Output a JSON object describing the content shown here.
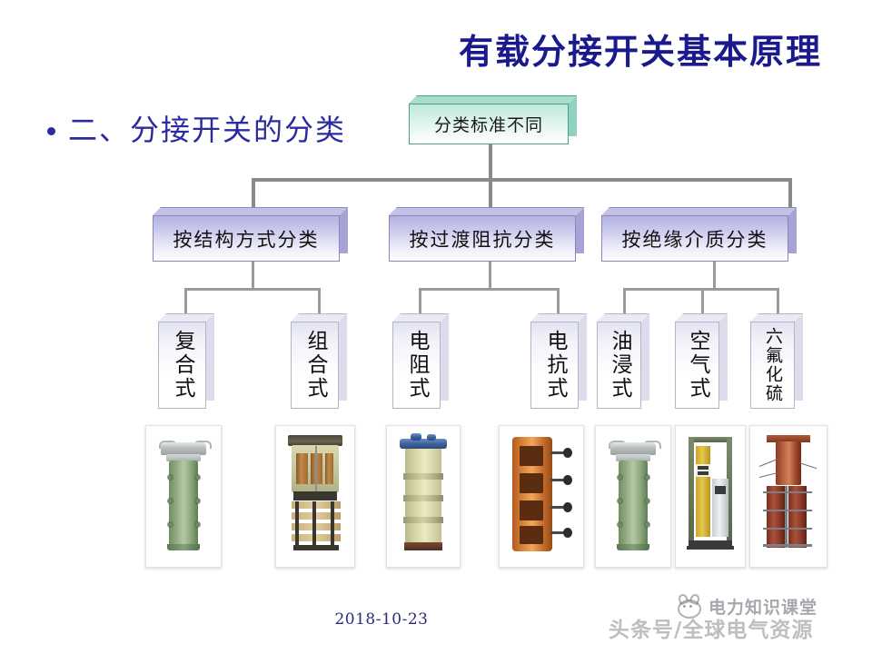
{
  "slide": {
    "title": "有载分接开关基本原理",
    "bullet": "二、分接开关的分类",
    "date": "2018-10-23"
  },
  "diagram": {
    "root": {
      "label": "分类标准不同",
      "color": "#bde9dc"
    },
    "categories": [
      {
        "label": "按结构方式分类",
        "color": "#b3b2e2"
      },
      {
        "label": "按过渡阻抗分类",
        "color": "#b3b2e2"
      },
      {
        "label": "按绝缘介质分类",
        "color": "#b3b2e2"
      }
    ],
    "leaves": [
      {
        "label": "复合式",
        "parent": "按结构方式分类"
      },
      {
        "label": "组合式",
        "parent": "按结构方式分类"
      },
      {
        "label": "电阻式",
        "parent": "按过渡阻抗分类"
      },
      {
        "label": "电抗式",
        "parent": "按过渡阻抗分类"
      },
      {
        "label": "油浸式",
        "parent": "按绝缘介质分类"
      },
      {
        "label": "空气式",
        "parent": "按绝缘介质分类"
      },
      {
        "label": "六氟化硫",
        "parent": "按绝缘介质分类"
      }
    ],
    "photos": [
      {
        "caption_ref": "复合式"
      },
      {
        "caption_ref": "组合式"
      },
      {
        "caption_ref": "电阻式"
      },
      {
        "caption_ref": "电抗式"
      },
      {
        "caption_ref": "油浸式"
      },
      {
        "caption_ref": "空气式"
      },
      {
        "caption_ref": "六氟化硫"
      }
    ]
  },
  "watermark": {
    "top": "电力知识课堂",
    "bottom": "头条号/全球电气资源",
    "logo": "mascot-icon"
  },
  "colors": {
    "title": "#1a1a8c",
    "bullet": "#2b2b9e",
    "connector": "#8a8a8a",
    "root_box": "#bde9dc",
    "category_box": "#b3b2e2",
    "leaf_box": "#e3e3f2"
  }
}
